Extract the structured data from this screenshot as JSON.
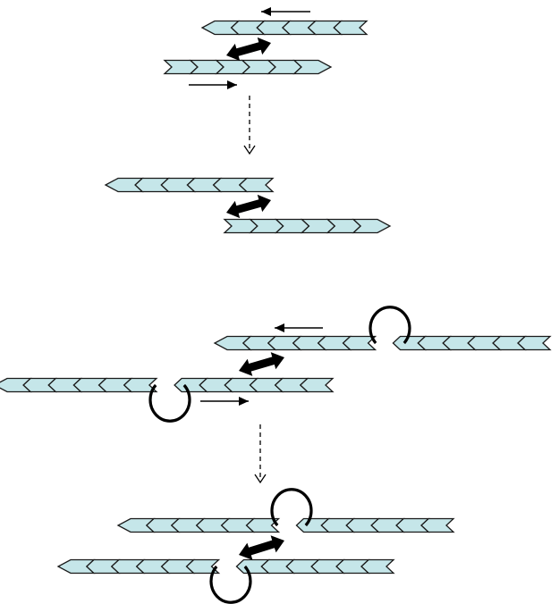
{
  "diagram": {
    "description_free": true,
    "colors": {
      "filament_fill": "#c5e6e9",
      "outline": "#1a1a1a",
      "arrow": "#000000",
      "background": "#ffffff"
    },
    "panels": [
      {
        "id": "top-before",
        "loops": 0
      },
      {
        "id": "top-after",
        "loops": 0
      },
      {
        "id": "bottom-before",
        "loops": 2
      },
      {
        "id": "bottom-after",
        "loops": 2
      }
    ],
    "icons": {
      "sliding_arrow": "double-headed-arrow-icon",
      "direction_arrow_left": "arrow-left-icon",
      "direction_arrow_right": "arrow-right-icon",
      "transition": "dashed-down-arrow-icon"
    }
  }
}
